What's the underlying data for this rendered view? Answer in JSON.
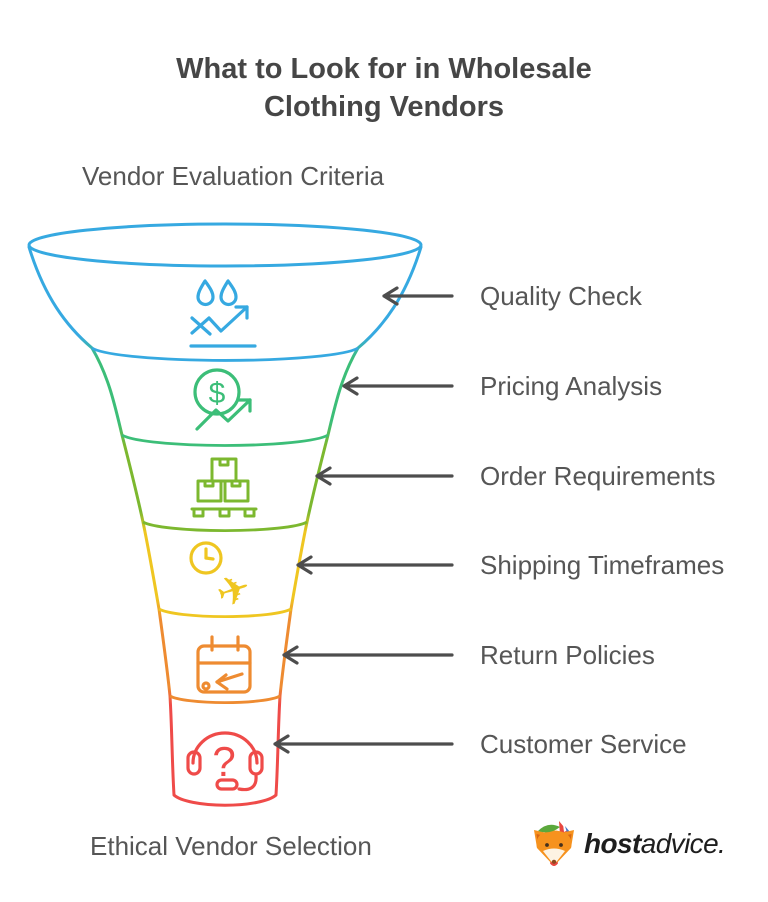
{
  "title": {
    "line1": "What to Look for in Wholesale",
    "line2": "Clothing Vendors",
    "color": "#464646"
  },
  "funnel": {
    "top_label": "Vendor Evaluation Criteria",
    "bottom_label": "Ethical Vendor Selection",
    "label_color": "#565656",
    "arrow_color": "#4D4D4D",
    "stages": [
      {
        "label": "Quality Check",
        "color": "#36A9E1",
        "icon": "water-drops-trend-icon"
      },
      {
        "label": "Pricing Analysis",
        "color": "#3CBE78",
        "icon": "dollar-growth-icon"
      },
      {
        "label": "Order Requirements",
        "color": "#7CB82F",
        "icon": "boxes-pallet-icon"
      },
      {
        "label": "Shipping Timeframes",
        "color": "#EFC621",
        "icon": "clock-airplane-icon"
      },
      {
        "label": "Return Policies",
        "color": "#EE8B31",
        "icon": "calendar-return-icon"
      },
      {
        "label": "Customer Service",
        "color": "#EF4B49",
        "icon": "headset-question-icon"
      }
    ],
    "icon_glyphs": {
      "dollar": "$",
      "question": "?",
      "plane": "✈"
    }
  },
  "branding": {
    "name_bold": "host",
    "name_light": "advice.",
    "text_color": "#1E1E1E"
  }
}
